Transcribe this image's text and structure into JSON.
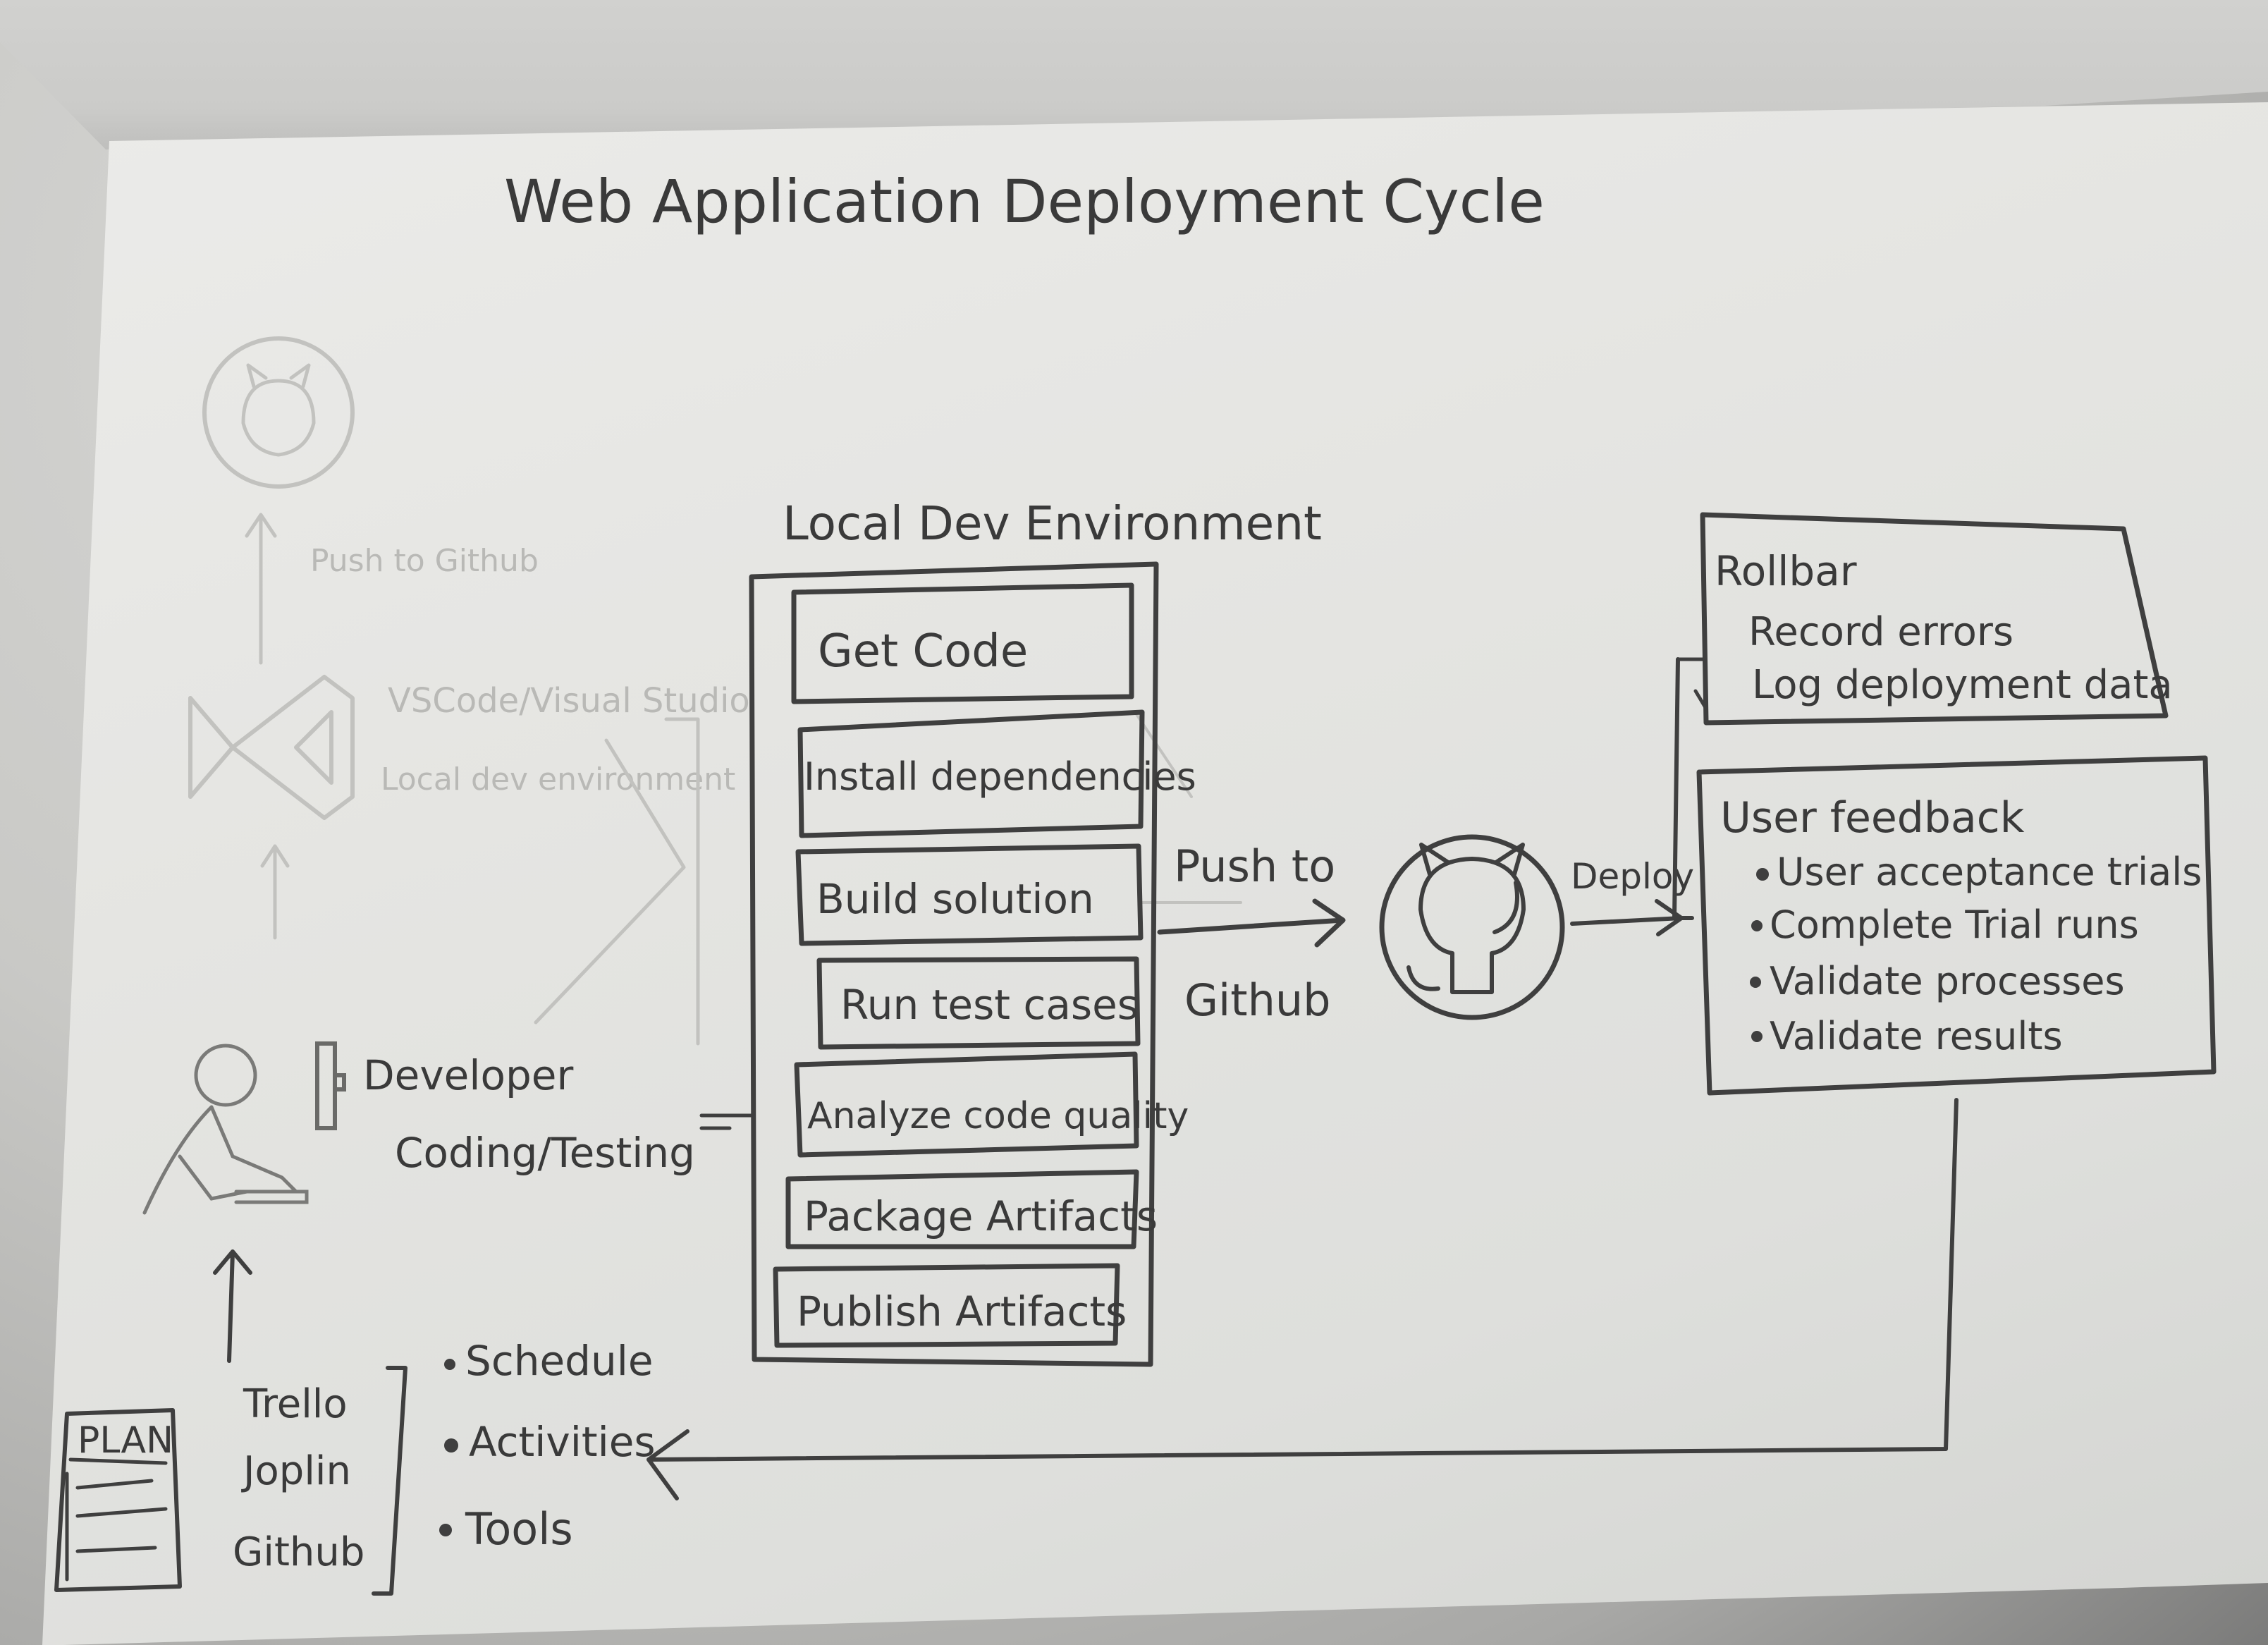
{
  "title": "Web Application Deployment Cycle",
  "faint_sketch": {
    "push_label": "Push to Github",
    "vscode_label": "VSCode/Visual Studio",
    "local_env_label": "Local dev environment"
  },
  "local_dev": {
    "heading": "Local Dev Environment",
    "steps": [
      "Get Code",
      "Install dependencies",
      "Build solution",
      "Run test cases",
      "Analyze code quality",
      "Package Artifacts",
      "Publish Artifacts"
    ]
  },
  "push": {
    "line1": "Push to",
    "line2": "Github"
  },
  "deploy_label": "Deploy",
  "rollbar": {
    "title": "Rollbar",
    "items": [
      "Record errors",
      "Log deployment data"
    ]
  },
  "user_feedback": {
    "title": "User feedback",
    "items": [
      "User acceptance trials",
      "Complete Trial runs",
      "Validate processes",
      "Validate results"
    ]
  },
  "developer": {
    "line1": "Developer",
    "line2": "Coding/Testing"
  },
  "plan": {
    "badge": "PLAN",
    "tools": [
      "Trello",
      "Joplin",
      "Github"
    ],
    "bullets": [
      "Schedule",
      "Activities",
      "Tools"
    ]
  },
  "colors": {
    "pencil": "#3f3f3f",
    "faint_pencil": "#c2c2bf",
    "paper": "#e8e8e5"
  }
}
